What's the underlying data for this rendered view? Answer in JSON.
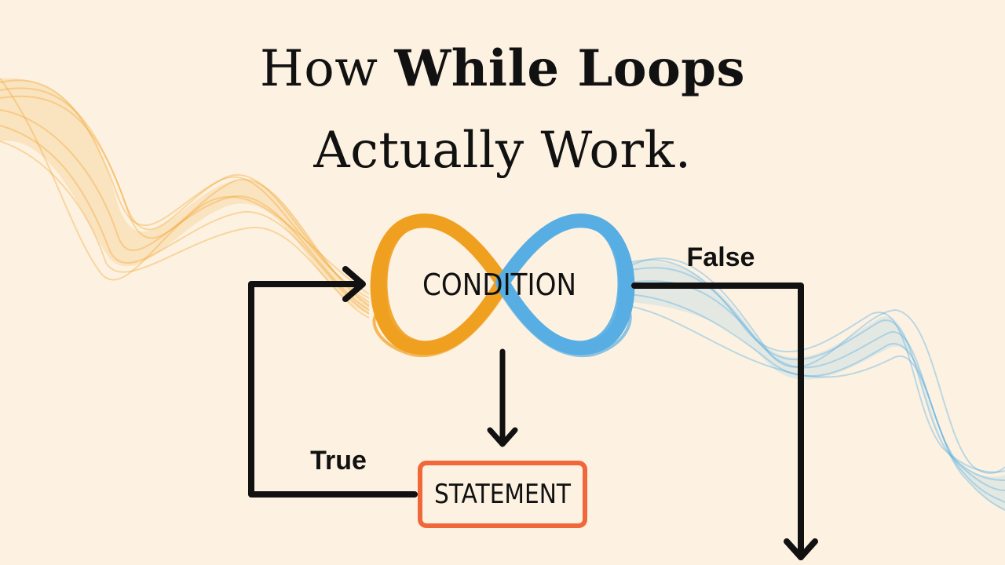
{
  "title": {
    "line1_prefix": "How",
    "line1_bold": "While Loops",
    "line2": "Actually Work."
  },
  "diagram": {
    "condition_label": "CONDITION",
    "statement_label": "STATEMENT",
    "true_label": "True",
    "false_label": "False"
  },
  "colors": {
    "background": "#fdf2e2",
    "orange": "#f0a020",
    "blue": "#58aee3",
    "statement_border": "#f0673a",
    "ink": "#111111"
  }
}
